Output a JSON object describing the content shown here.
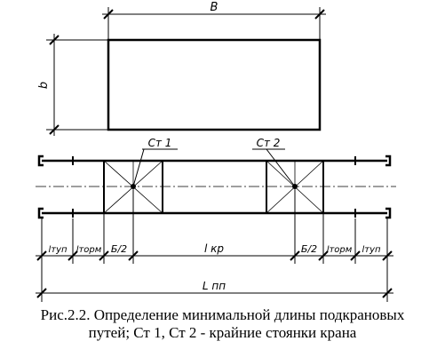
{
  "labels": {
    "top_width": "B",
    "side_height": "b",
    "stop1": "Ст 1",
    "stop2": "Ст 2",
    "l_tup_left": "lтуп",
    "l_torm_left": "lторм",
    "half_b_left": "Б/2",
    "l_kr": "l кр",
    "half_b_right": "Б/2",
    "l_torm_right": "lторм",
    "l_tup_right": "lтуп",
    "l_pp": "L пп"
  },
  "caption": {
    "line1": "Рис.2.2. Определение минимальной длины подкрановых",
    "line2": "путей; Ст 1, Ст 2 - крайние стоянки крана"
  }
}
